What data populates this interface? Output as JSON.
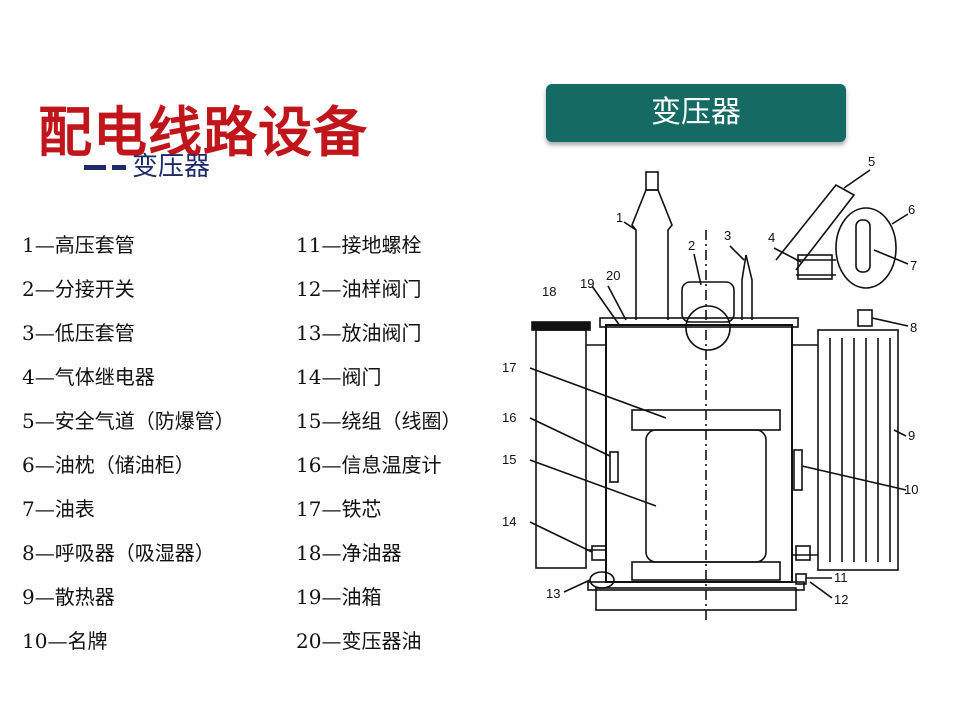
{
  "slide": {
    "title": "配电线路设备",
    "subtitle": "变压器",
    "badge": "变压器"
  },
  "legend": {
    "col1": [
      "1—高压套管",
      "2—分接开关",
      "3—低压套管",
      "4—气体继电器",
      "5—安全气道（防爆管）",
      "6—油枕（储油柜）",
      "7—油表",
      "8—呼吸器（吸湿器）",
      "9—散热器",
      "10—名牌"
    ],
    "col2": [
      "11—接地螺栓",
      "12—油样阀门",
      "13—放油阀门",
      "14—阀门",
      "15—绕组（线圈）",
      "16—信息温度计",
      "17—铁芯",
      "18—净油器",
      "19—油箱",
      "20—变压器油"
    ]
  },
  "diagram": {
    "callouts": [
      "1",
      "2",
      "3",
      "4",
      "5",
      "6",
      "7",
      "8",
      "9",
      "10",
      "11",
      "12",
      "13",
      "14",
      "15",
      "16",
      "17",
      "18",
      "19",
      "20"
    ]
  },
  "colors": {
    "title": "#c0161b",
    "subtitle": "#1f2a6b",
    "badge": "#156a63"
  }
}
